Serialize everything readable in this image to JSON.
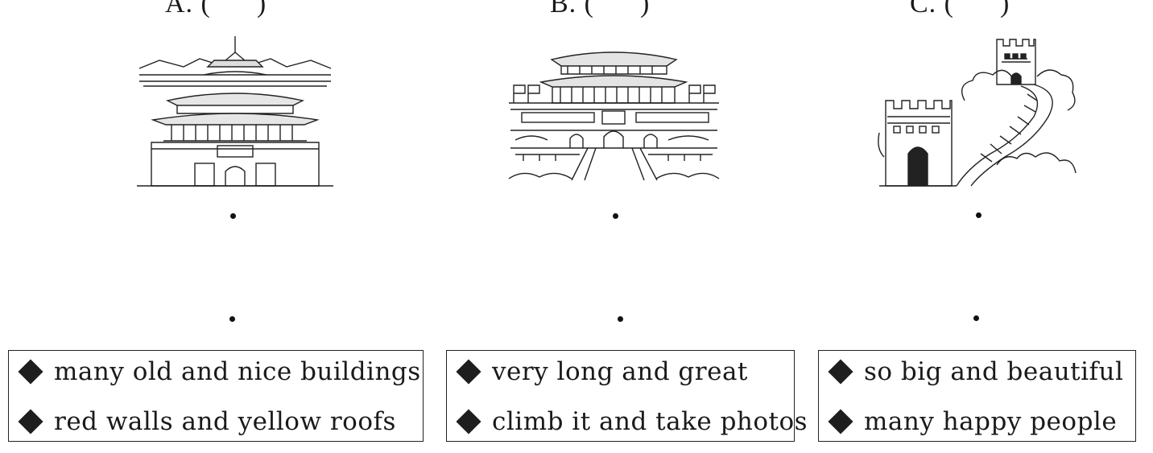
{
  "columns": [
    {
      "label": "A. (      )",
      "picture": "palace-buildings",
      "phrases": [
        "many old and nice buildings",
        "red walls and yellow roofs"
      ]
    },
    {
      "label": "B. (      )",
      "picture": "tiananmen-gate",
      "phrases": [
        "very long and great",
        "climb it and take photos"
      ]
    },
    {
      "label": "C. (      )",
      "picture": "great-wall",
      "phrases": [
        "so big and beautiful",
        "many happy people"
      ]
    }
  ],
  "bullet_icon": "diamond-bullet-icon"
}
